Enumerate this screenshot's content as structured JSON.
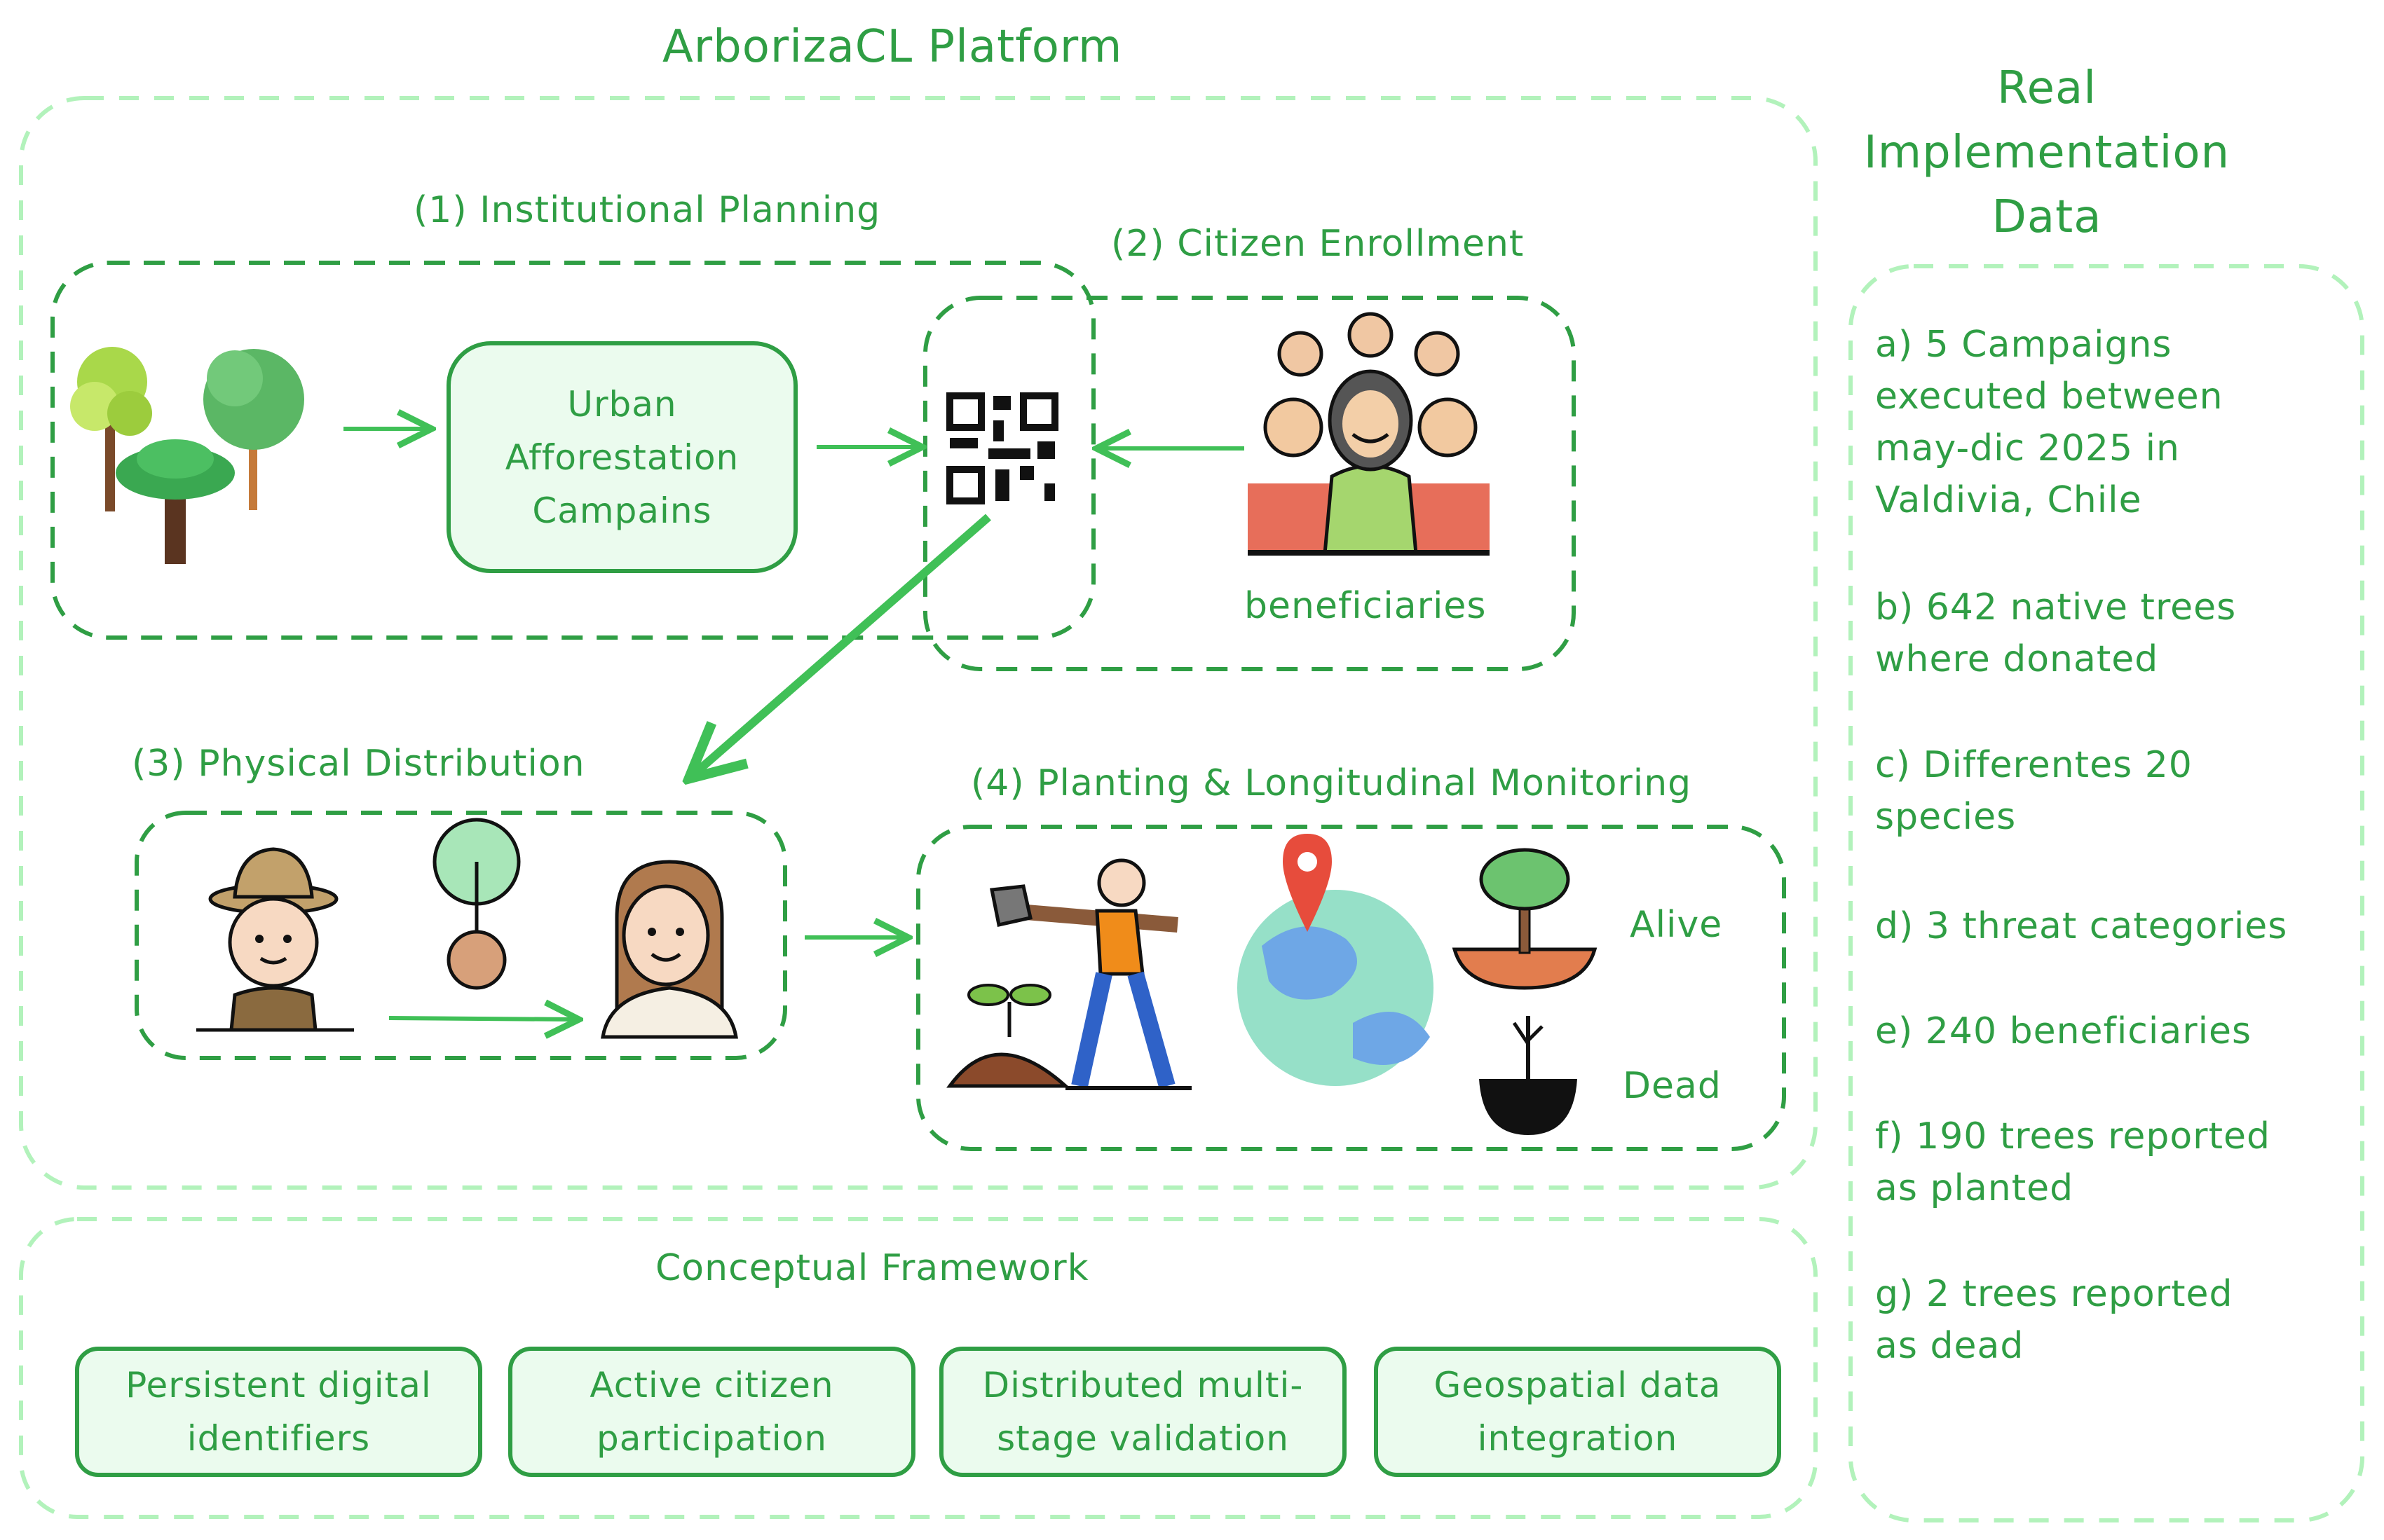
{
  "platform_title": "ArborizaCL Platform",
  "steps": {
    "planning": "(1) Institutional Planning",
    "enrollment": "(2) Citizen Enrollment",
    "distribution": "(3) Physical Distribution",
    "monitoring": "(4) Planting & Longitudinal Monitoring"
  },
  "campaign_box": "Urban\nAfforestation\nCampains",
  "beneficiaries_label": "beneficiaries",
  "status": {
    "alive": "Alive",
    "dead": "Dead"
  },
  "framework": {
    "title": "Conceptual Framework",
    "items": [
      "Persistent digital\nidentifiers",
      "Active citizen\nparticipation",
      "Distributed multi-\nstage validation",
      "Geospatial data\nintegration"
    ]
  },
  "implementation": {
    "title": "Real\nImplementation\nData",
    "items": [
      "a) 5 Campaigns\nexecuted between\nmay-dic 2025 in\nValdivia, Chile",
      "b) 642 native trees\nwhere donated",
      "c) Differentes 20\nspecies",
      "d) 3 threat categories",
      "e) 240 beneficiaries",
      "f) 190 trees reported\nas planted",
      "g) 2 trees reported\nas dead"
    ]
  },
  "colors": {
    "accent": "#2f9e44",
    "light_border": "#b2f2bb",
    "fill": "#ebfbee"
  }
}
